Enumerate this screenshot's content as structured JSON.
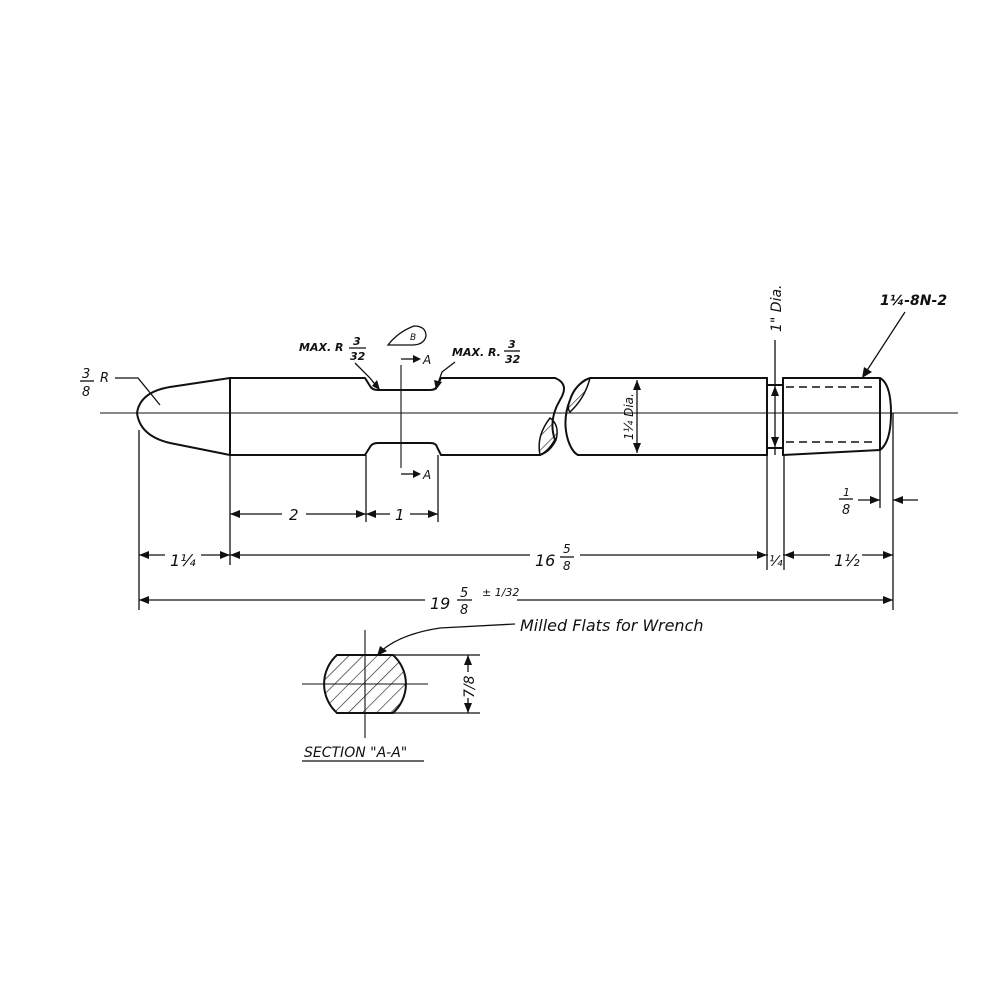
{
  "callouts": {
    "thread": "1¼-8N-2",
    "dia_1": "1\" Dia.",
    "dia_114": "1¼ Dia.",
    "tip_radius_num": "3",
    "tip_radius_den": "8",
    "tip_radius_suffix": "R",
    "max_r_left": "MAX. R",
    "max_r_right": "MAX. R.",
    "max_r_num": "3",
    "max_r_den": "32",
    "note_marker": "B",
    "section_letter": "A"
  },
  "dimensions": {
    "d_2": "2",
    "d_1": "1",
    "d_114": "1¼",
    "d_1658_whole": "16",
    "d_1658_num": "5",
    "d_1658_den": "8",
    "d_14": "¼",
    "d_112": "1½",
    "d_18_num": "1",
    "d_18_den": "8",
    "total_whole": "19",
    "total_num": "5",
    "total_den": "8",
    "total_tol": "± 1/32"
  },
  "section": {
    "flats_note": "Milled Flats for Wrench",
    "width_label": "7/8",
    "title": "SECTION \"A-A\""
  }
}
